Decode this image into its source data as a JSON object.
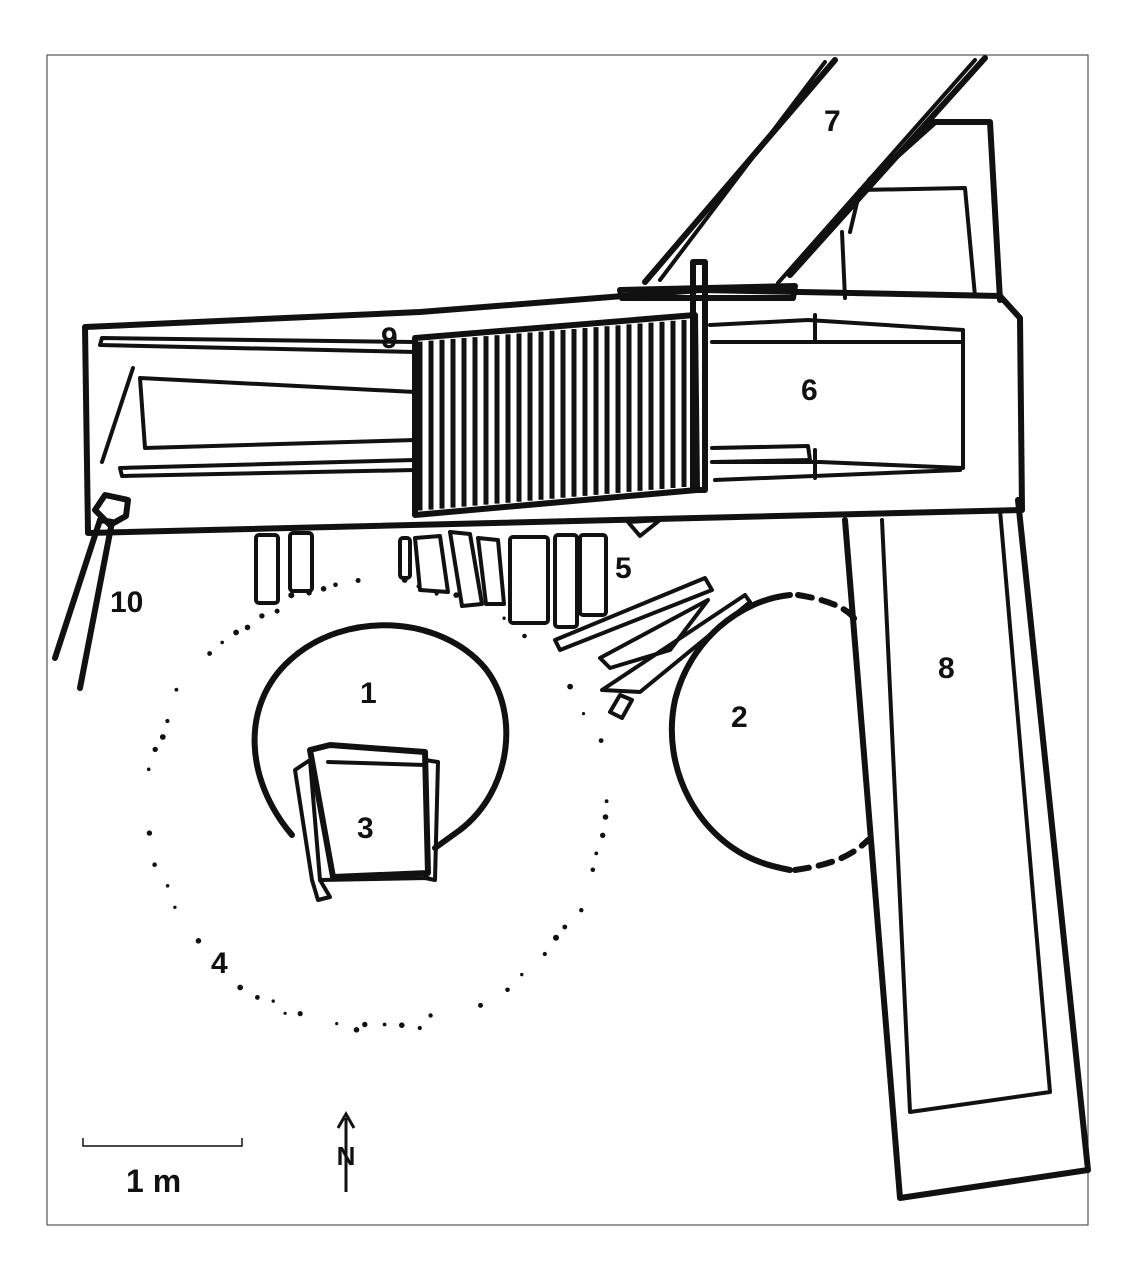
{
  "labels": {
    "l1": "1",
    "l2": "2",
    "l3": "3",
    "l4": "4",
    "l5": "5",
    "l6": "6",
    "l7": "7",
    "l8": "8",
    "l9": "9",
    "l10": "10"
  },
  "scale_bar": {
    "label": "1 m"
  },
  "north_arrow": {
    "letter": "N"
  },
  "colors": {
    "ink": "#111111",
    "frame": "#555555",
    "background": "#ffffff"
  }
}
